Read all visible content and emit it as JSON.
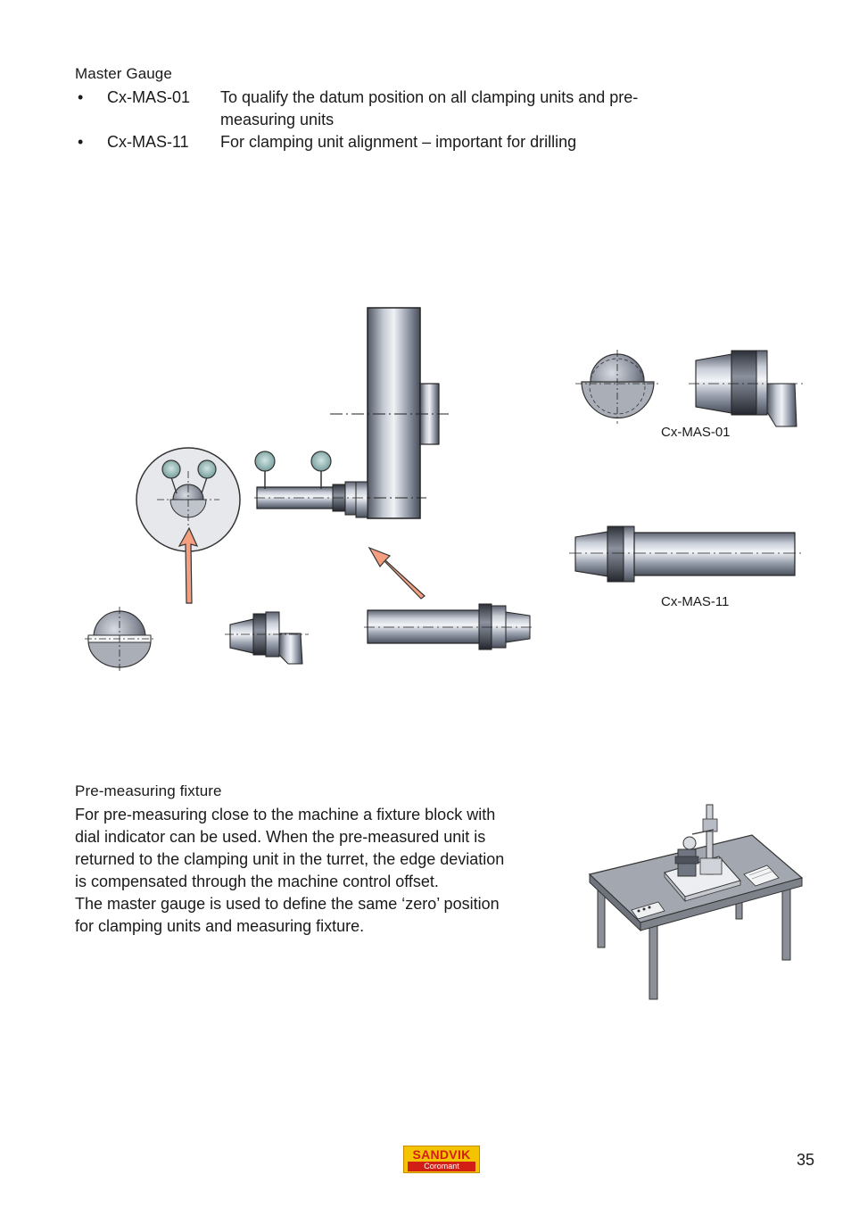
{
  "master_gauge": {
    "heading": "Master Gauge",
    "items": [
      {
        "bullet": "•",
        "code": "Cx-MAS-01",
        "desc": "To qualify the datum position on all clamping units and pre-measuring units"
      },
      {
        "bullet": "•",
        "code": "Cx-MAS-11",
        "desc": "For clamping unit alignment – important for drilling"
      }
    ]
  },
  "figure": {
    "label_mas01": "Cx-MAS-01",
    "label_mas11": "Cx-MAS-11",
    "arrow_color": "#f4a080"
  },
  "pre_measuring": {
    "heading": "Pre-measuring fixture",
    "body_lines": [
      "For pre-measuring close to the machine a fixture block with",
      "dial indicator can be used. When the pre-measured unit is",
      "returned to the clamping unit in the turret, the edge deviation",
      "is compensated through the machine control offset.",
      "The master gauge is used to define the same ‘zero’ position",
      "for clamping units and measuring fixture."
    ]
  },
  "footer": {
    "logo_top": "SANDVIK",
    "logo_bottom": "Coromant",
    "page_number": "35"
  }
}
